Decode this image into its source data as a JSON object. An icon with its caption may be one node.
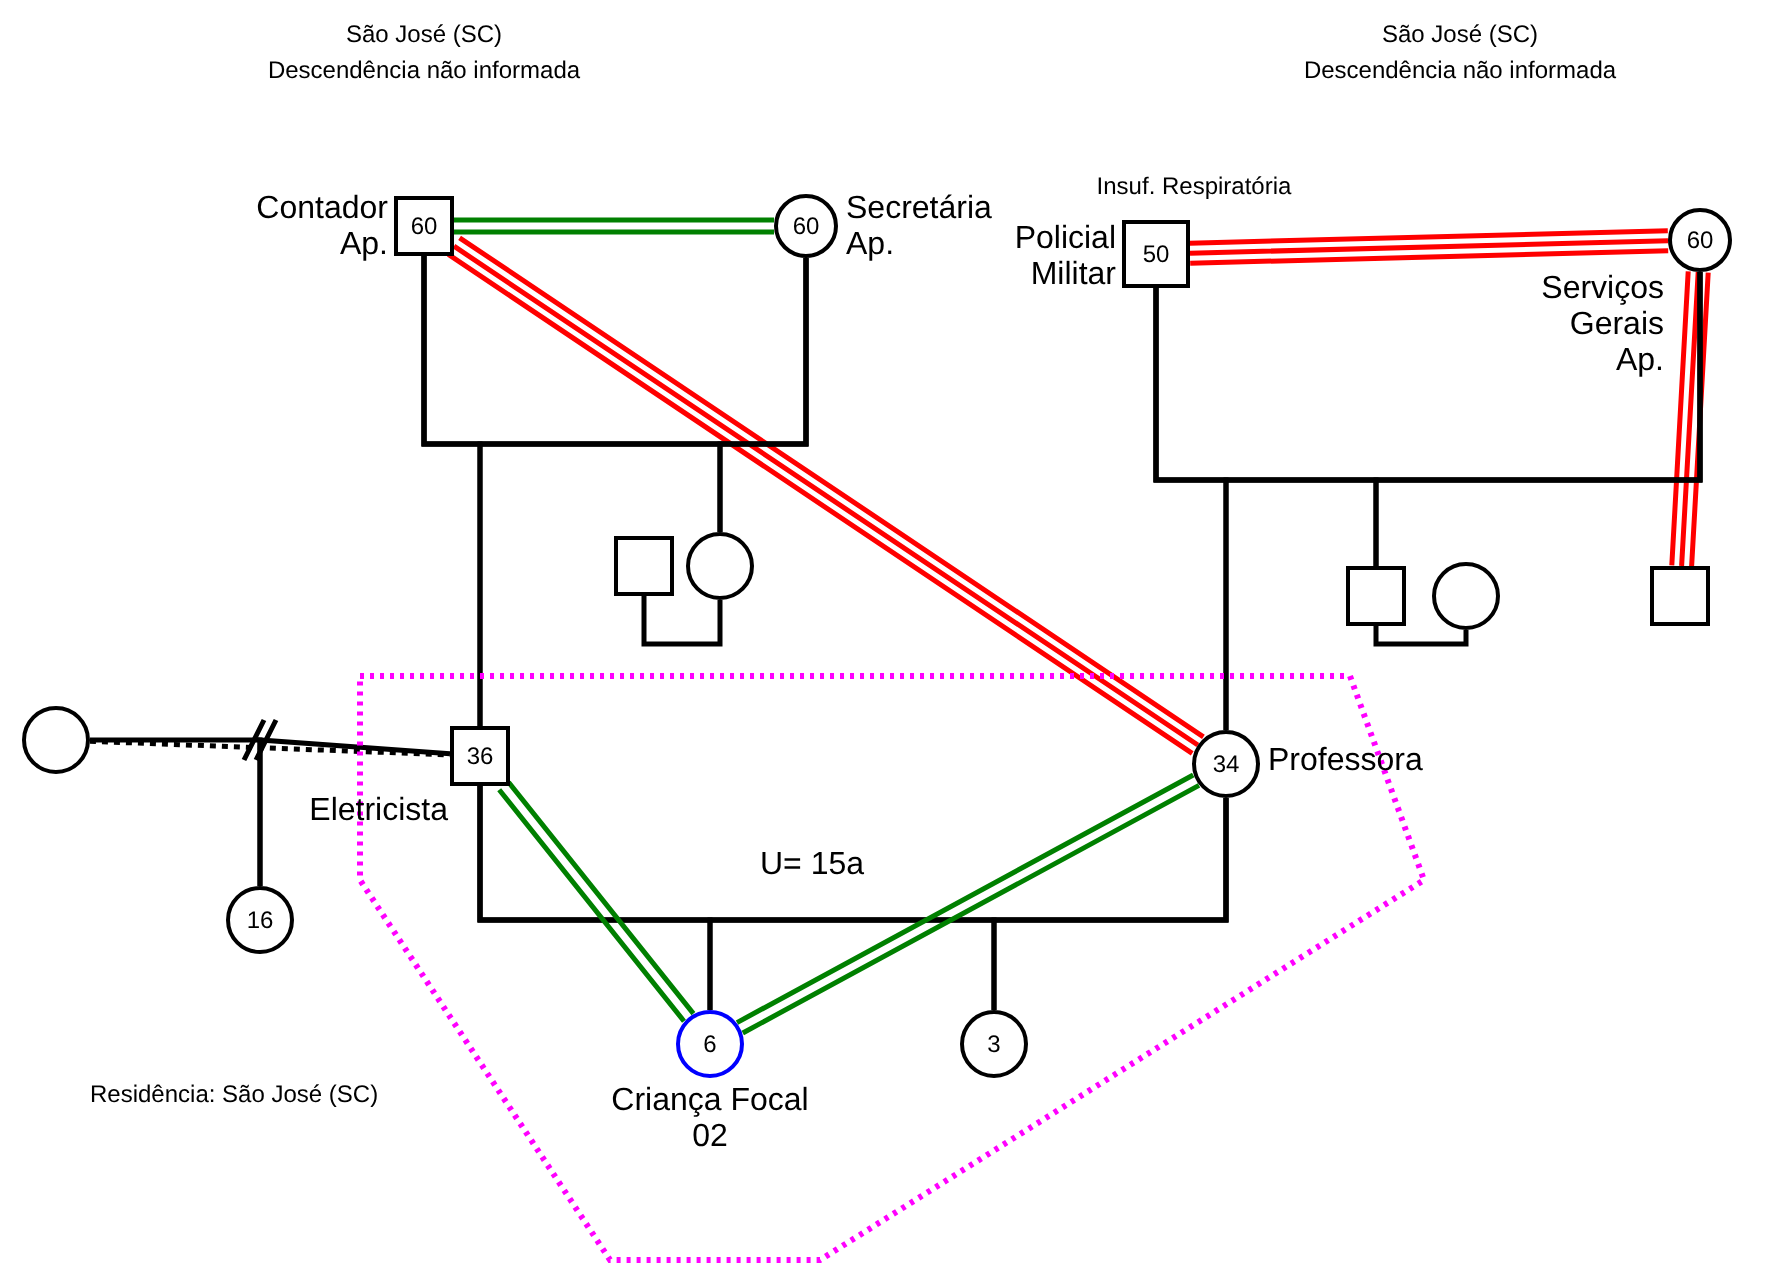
{
  "diagram": {
    "nodes": [
      {
        "text": [
          "60"
        ],
        "beside": [
          "Contador Ap."
        ]
      },
      {
        "text": [
          "60"
        ],
        "beside": [
          "Secretária Ap."
        ]
      },
      {
        "text": [
          "50"
        ],
        "beside": [
          "Insuf. Respiratória",
          "Policial Militar"
        ]
      },
      {
        "text": [
          "60"
        ],
        "beside": [
          "Serviços Gerais Ap."
        ]
      },
      {
        "text": [],
        "shape": "box"
      },
      {
        "text": [],
        "shape": "circle"
      },
      {
        "text": [],
        "shape": "box"
      },
      {
        "text": [],
        "shape": "circle"
      },
      {
        "text": [],
        "shape": "box"
      },
      {
        "text": [],
        "shape": "circle"
      },
      {
        "text": [
          "Residência: São José (SC)"
        ]
      },
      {
        "text": [
          "36"
        ],
        "beside": [
          "Eletricista"
        ],
        "in": 10
      },
      {
        "text": [
          "34"
        ],
        "beside": [
          "Professora"
        ],
        "in": 10
      },
      {
        "text": [
          "16"
        ]
      },
      {
        "text": [
          "6"
        ],
        "beside": [
          "Criança Focal 02"
        ],
        "in": 10
      },
      {
        "text": [
          "3"
        ],
        "in": 10
      }
    ],
    "edges": [
      {
        "from": 0,
        "to": 1,
        "arrow": "none",
        "color": "#008000"
      },
      {
        "from": 0,
        "to": 12,
        "arrow": "none",
        "color": "#ff0000"
      },
      {
        "from": 2,
        "to": 3,
        "arrow": "none",
        "color": "#ff0000"
      },
      {
        "from": 3,
        "to": 8,
        "arrow": "none",
        "color": "#ff0000"
      },
      {
        "from": 0,
        "to": 1,
        "arrow": "none"
      },
      {
        "from": 0,
        "to": 11,
        "arrow": "none"
      },
      {
        "from": 1,
        "to": 11,
        "arrow": "none"
      },
      {
        "from": 0,
        "to": 5,
        "arrow": "none"
      },
      {
        "from": 1,
        "to": 5,
        "arrow": "none"
      },
      {
        "from": 4,
        "to": 5,
        "arrow": "none"
      },
      {
        "from": 2,
        "to": 3,
        "arrow": "none"
      },
      {
        "from": 2,
        "to": 12,
        "arrow": "none"
      },
      {
        "from": 3,
        "to": 12,
        "arrow": "none"
      },
      {
        "from": 2,
        "to": 6,
        "arrow": "none"
      },
      {
        "from": 3,
        "to": 6,
        "arrow": "none"
      },
      {
        "from": 6,
        "to": 7,
        "arrow": "none"
      },
      {
        "from": 9,
        "to": 11,
        "arrow": "none",
        "style": "dashed"
      },
      {
        "from": 9,
        "to": 13,
        "arrow": "none"
      },
      {
        "from": 11,
        "to": 13,
        "arrow": "none"
      },
      {
        "from": 11,
        "to": 12,
        "arrow": "none",
        "label": "U= 15a"
      },
      {
        "from": 11,
        "to": 14,
        "arrow": "none"
      },
      {
        "from": 12,
        "to": 14,
        "arrow": "none"
      },
      {
        "from": 11,
        "to": 15,
        "arrow": "none"
      },
      {
        "from": 12,
        "to": 15,
        "arrow": "none"
      },
      {
        "from": 11,
        "to": 14,
        "arrow": "none",
        "color": "#008000"
      },
      {
        "from": 12,
        "to": 14,
        "arrow": "none",
        "color": "#008000"
      }
    ],
    "labels": [
      "São José (SC)",
      "Descendência não informada",
      "São José (SC)",
      "Descendência não informada"
    ]
  }
}
